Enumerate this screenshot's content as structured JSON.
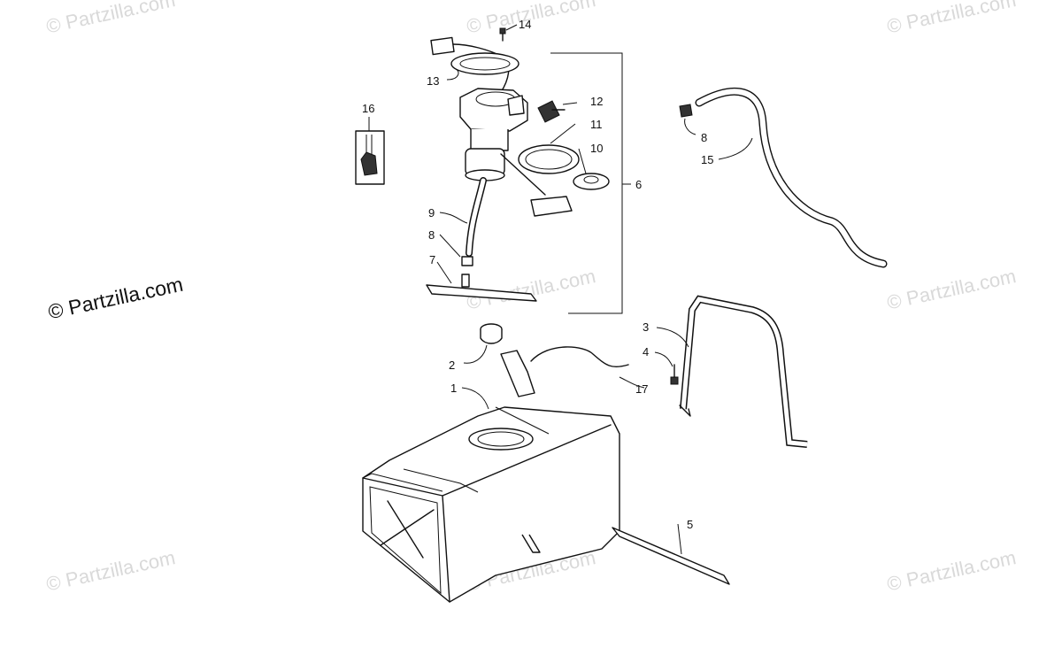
{
  "watermarks": {
    "main": "© Partzilla.com",
    "faint": "© Partzilla.com"
  },
  "callouts": {
    "c1": "1",
    "c2": "2",
    "c3": "3",
    "c4": "4",
    "c5": "5",
    "c6": "6",
    "c7": "7",
    "c8a": "8",
    "c8b": "8",
    "c9": "9",
    "c10": "10",
    "c11": "11",
    "c12": "12",
    "c13": "13",
    "c14": "14",
    "c15": "15",
    "c16": "16",
    "c17": "17"
  }
}
